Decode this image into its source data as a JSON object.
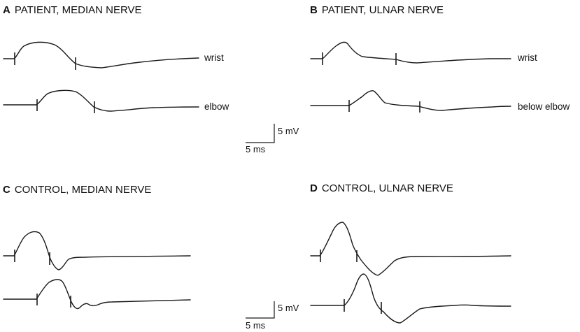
{
  "panels": {
    "a": {
      "letter": "A",
      "title": "PATIENT, MEDIAN NERVE",
      "traces": [
        "wrist",
        "elbow"
      ]
    },
    "b": {
      "letter": "B",
      "title": "PATIENT, ULNAR NERVE",
      "traces": [
        "wrist",
        "below elbow"
      ]
    },
    "c": {
      "letter": "C",
      "title": "CONTROL, MEDIAN NERVE"
    },
    "d": {
      "letter": "D",
      "title": "CONTROL, ULNAR NERVE"
    }
  },
  "scale_bar_top": {
    "voltage": "5 mV",
    "time": "5 ms"
  },
  "scale_bar_bottom": {
    "voltage": "5 mV",
    "time": "5 ms"
  }
}
